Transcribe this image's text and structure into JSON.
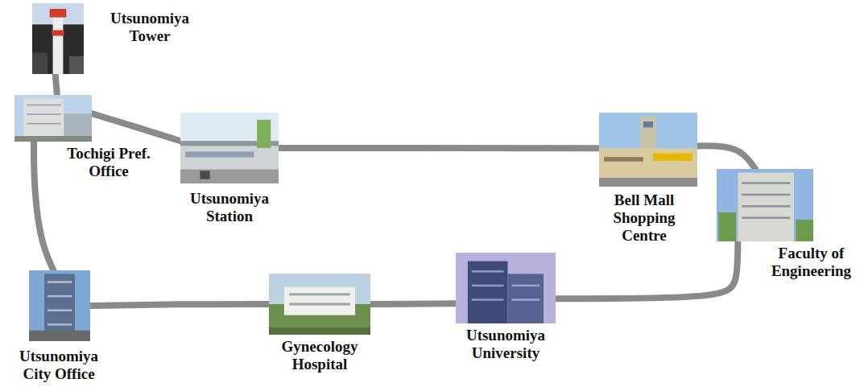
{
  "diagram": {
    "nodes": [
      {
        "text": [
          "Utsunomiya Tower"
        ]
      },
      {
        "text": [
          "Tochigi Pref. Office"
        ]
      },
      {
        "text": [
          "Utsunomiya Station"
        ]
      },
      {
        "text": [
          "Bell Mall Shopping Centre"
        ]
      },
      {
        "text": [
          "Faculty of Engineering"
        ]
      },
      {
        "text": [
          "Utsunomiya City Office"
        ]
      },
      {
        "text": [
          "Gynecology Hospital"
        ]
      },
      {
        "text": [
          "Utsunomiya University"
        ]
      }
    ],
    "edges": [
      {
        "from": 0,
        "to": 1,
        "arrow": "none"
      },
      {
        "from": 1,
        "to": 2,
        "arrow": "none"
      },
      {
        "from": 2,
        "to": 3,
        "arrow": "none"
      },
      {
        "from": 3,
        "to": 4,
        "arrow": "none"
      },
      {
        "from": 4,
        "to": 7,
        "arrow": "none"
      },
      {
        "from": 7,
        "to": 6,
        "arrow": "none"
      },
      {
        "from": 6,
        "to": 5,
        "arrow": "none"
      },
      {
        "from": 5,
        "to": 1,
        "arrow": "none"
      }
    ]
  }
}
